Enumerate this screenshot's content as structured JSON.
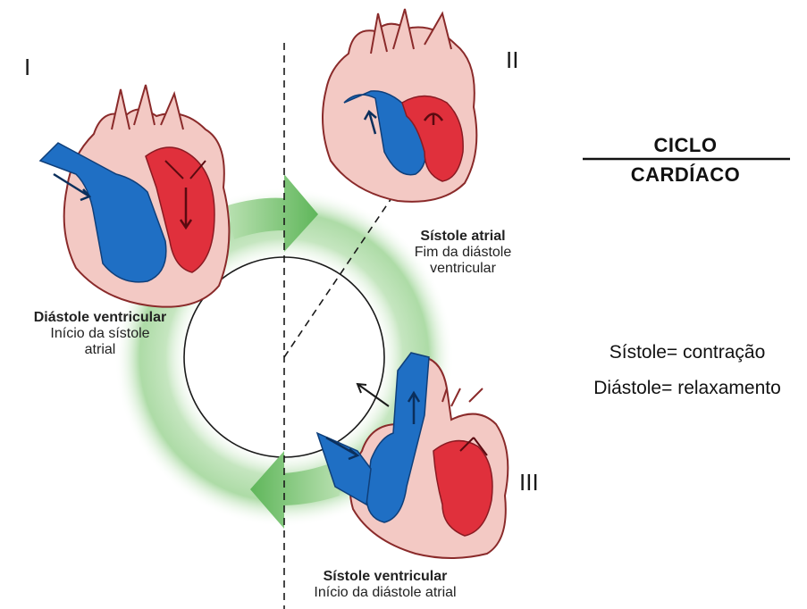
{
  "markers": {
    "i": "I",
    "ii": "II",
    "iii": "III"
  },
  "phases": {
    "diastole_ventricular": {
      "title": "Diástole ventricular",
      "line1": "Início da sístole",
      "line2": "atrial"
    },
    "sistole_atrial": {
      "title": "Sístole atrial",
      "line1": "Fim da diástole",
      "line2": "ventricular"
    },
    "sistole_ventricular": {
      "title": "Sístole ventricular",
      "line1": "Início da diástole atrial"
    }
  },
  "heading": {
    "top": "CICLO",
    "bottom": "CARDÍACO"
  },
  "definitions": {
    "sistole": "Sístole= contração",
    "diastole": "Diástole= relaxamento"
  },
  "colors": {
    "cycle_green": "#7fc97a",
    "blood_blue": "#1f6fc4",
    "blood_red": "#e0303c",
    "tissue_pink": "#f3c9c4",
    "tissue_outline": "#8a2a2a"
  }
}
